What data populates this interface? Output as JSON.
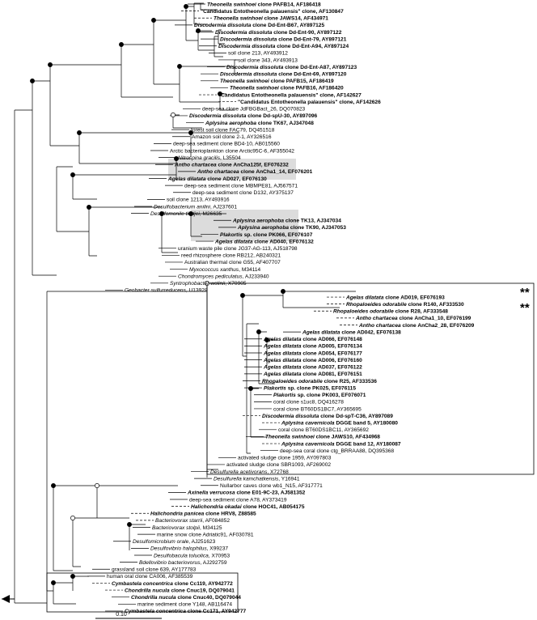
{
  "figure": {
    "scale_label": "0.10",
    "marker": "**",
    "taxa": [
      {
        "sp": "Theonella swinhoei",
        "rest": " clone PAFB14, AF186418",
        "b": true
      },
      {
        "sp": "",
        "rest": "\"Candidatus Entotheonella palauensis\" clone, AF130847",
        "b": true
      },
      {
        "sp": "Theonella swinhoei",
        "rest": " clone JAWS14, AF434971",
        "b": true
      },
      {
        "sp": "Discodermia dissoluta",
        "rest": " clone Dd-Ent-B67, AY897125",
        "b": true
      },
      {
        "sp": "Discodermia dissoluta",
        "rest": " clone Dd-Ent-90, AY897122",
        "b": true
      },
      {
        "sp": "Discodermia dissoluta",
        "rest": " clone Dd-Ent-79, AY897121",
        "b": true
      },
      {
        "sp": "Discodermia dissoluta",
        "rest": " clone Dd-Ent-A94, AY897124",
        "b": true
      },
      {
        "sp": "",
        "rest": "soil clone 213, AY493912",
        "b": false
      },
      {
        "sp": "",
        "rest": "soil clone 343, AY493913",
        "b": false
      },
      {
        "sp": "Discodermia dissoluta",
        "rest": " clone Dd-Ent-A87, AY897123",
        "b": true
      },
      {
        "sp": "Discodermia dissoluta",
        "rest": " clone Dd-Ent-69, AY897120",
        "b": true
      },
      {
        "sp": "Theonella swinhoei",
        "rest": " clone PAFB15, AF186419",
        "b": true
      },
      {
        "sp": "Theonella swinhoei",
        "rest": " clone PAFB16, AF186420",
        "b": true
      },
      {
        "sp": "",
        "rest": "\"Candidatus Entotheonella palauensis\" clone, AF142627",
        "b": true
      },
      {
        "sp": "",
        "rest": "\"Candidatus Entotheonella palauensis\" clone, AF142626",
        "b": true
      },
      {
        "sp": "",
        "rest": "deep-sea clone JdFBGBact_26, DQ070823",
        "b": false
      },
      {
        "sp": "Discodermia dissoluta",
        "rest": " clone Dd-spU-30, AY897096",
        "b": true
      },
      {
        "sp": "Aplysina aerophoba",
        "rest": " clone TK67, AJ347048",
        "b": true
      },
      {
        "sp": "",
        "rest": "forest soil clone FAC79, DQ451518",
        "b": false
      },
      {
        "sp": "",
        "rest": "Amazon soil clone 2-1, AY326516",
        "b": false
      },
      {
        "sp": "",
        "rest": "deep-sea sediment clone BD4-10, AB015560",
        "b": false
      },
      {
        "sp": "",
        "rest": "Arctic bacterioplankton clone Arctic95C-6, AF355042",
        "b": false
      },
      {
        "sp": "Nitrospina gracilis",
        "rest": ", L35504",
        "b": false
      },
      {
        "sp": "Antho chartacea",
        "rest": " clone AnCha125f, EF076232",
        "b": true
      },
      {
        "sp": "Antho chartacea",
        "rest": " clone AnCha1_14, EF076201",
        "b": true
      },
      {
        "sp": "Agelas dilatata",
        "rest": " clone AD027, EF076130",
        "b": true
      },
      {
        "sp": "",
        "rest": "deep-sea sediment clone MBMPE81, AJ567571",
        "b": false
      },
      {
        "sp": "",
        "rest": "deep-sea sediment clone D132, AY375137",
        "b": false
      },
      {
        "sp": "",
        "rest": "soil clone 1213, AY493916",
        "b": false
      },
      {
        "sp": "Desulfobacterium anilini",
        "rest": ", AJ237601",
        "b": false
      },
      {
        "sp": "Desulfomonile tiedjei",
        "rest": ", M26635",
        "b": false
      },
      {
        "sp": "Aplysina aerophoba",
        "rest": " clone TK13, AJ347034",
        "b": true
      },
      {
        "sp": "Aplysina aerophoba",
        "rest": " clone TK90, AJ347053",
        "b": true
      },
      {
        "sp": "Plakortis",
        "rest": " sp. clone PK066, EF076107",
        "b": true
      },
      {
        "sp": "Agelas dilatata",
        "rest": " clone AD040, EF076132",
        "b": true
      },
      {
        "sp": "",
        "rest": "uranium waste pile clone JG37-AG-113, AJ518798",
        "b": false
      },
      {
        "sp": "",
        "rest": "reed rhizosphere clone RB212, AB240321",
        "b": false
      },
      {
        "sp": "",
        "rest": "Australian thermal clone G55, AF407707",
        "b": false
      },
      {
        "sp": "Myxococcus xanthus",
        "rest": ", M34114",
        "b": false
      },
      {
        "sp": "Chondromyces pediculatus",
        "rest": ", AJ233940",
        "b": false
      },
      {
        "sp": "Syntrophobacter wolinii",
        "rest": ", X70905",
        "b": false
      },
      {
        "sp": "Geobacter sulfurreducens",
        "rest": ", U13928",
        "b": false
      },
      {
        "sp": "Agelas dilatata",
        "rest": " clone AD019, EF076193",
        "b": true
      },
      {
        "sp": "Rhopaloeides odorabile",
        "rest": " clone R140, AF333530",
        "b": true
      },
      {
        "sp": "Rhopaloeides odorabile",
        "rest": " clone R28, AF333548",
        "b": true
      },
      {
        "sp": "Antho chartacea",
        "rest": " clone AnCha1_10, EF076199",
        "b": true
      },
      {
        "sp": "Antho chartacea",
        "rest": " clone AnCha2_28, EF076209",
        "b": true
      },
      {
        "sp": "Agelas dilatata",
        "rest": " clone AD042, EF076138",
        "b": true
      },
      {
        "sp": "Agelas dilatata",
        "rest": " clone AD066, EF076148",
        "b": true
      },
      {
        "sp": "Agelas dilatata",
        "rest": " clone AD005, EF076134",
        "b": true
      },
      {
        "sp": "Agelas dilatata",
        "rest": " clone AD054, EF076177",
        "b": true
      },
      {
        "sp": "Agelas dilatata",
        "rest": " clone AD006, EF076160",
        "b": true
      },
      {
        "sp": "Agelas dilatata",
        "rest": " clone AD037, EF076122",
        "b": true
      },
      {
        "sp": "Agelas dilatata",
        "rest": " clone AD081, EF076151",
        "b": true
      },
      {
        "sp": "Rhopaloeides odorabile",
        "rest": " clone R25, AF333536",
        "b": true
      },
      {
        "sp": "Plakortis",
        "rest": " sp. clone PK025, EF076115",
        "b": true
      },
      {
        "sp": "Plakortis",
        "rest": " sp. clone PK003, EF076071",
        "b": true
      },
      {
        "sp": "",
        "rest": "coral clone s1uc8, DQ416278",
        "b": false
      },
      {
        "sp": "",
        "rest": "coral clone BT60DS1BC7, AY365695",
        "b": false
      },
      {
        "sp": "Discodermia dissoluta",
        "rest": " clone Dd-spT-C36, AY897089",
        "b": true
      },
      {
        "sp": "Aplysina cavernicola",
        "rest": " DGGE band 5, AY180080",
        "b": true
      },
      {
        "sp": "",
        "rest": "coral clone BT60DS1BC11, AY365692",
        "b": false
      },
      {
        "sp": "Theonella swinhoei",
        "rest": " clone JAWS10, AF434968",
        "b": true
      },
      {
        "sp": "Aplysina cavernicola",
        "rest": " DGGE band 12, AY180087",
        "b": true
      },
      {
        "sp": "",
        "rest": "deep-sea coral clone ctg_BRRAA88, DQ395368",
        "b": false
      },
      {
        "sp": "",
        "rest": "activated sludge clone 1959, AY097803",
        "b": false
      },
      {
        "sp": "",
        "rest": "activated sludge clone SBR1093, AF269002",
        "b": false
      },
      {
        "sp": "Desulfurella acetivorans",
        "rest": ", X72768",
        "b": false
      },
      {
        "sp": "Desulfurella kamchatkensis",
        "rest": ", Y16941",
        "b": false
      },
      {
        "sp": "",
        "rest": "Nullarbor caves clone wb1_N15, AF317771",
        "b": false
      },
      {
        "sp": "Axinella verrucosa",
        "rest": " clone E01-9C-23, AJ581352",
        "b": true
      },
      {
        "sp": "",
        "rest": "deep-sea sediment clone A78, AY373419",
        "b": false
      },
      {
        "sp": "Halichondria okadai",
        "rest": " clone HOC41, AB054175",
        "b": true
      },
      {
        "sp": "Halichondria panicea",
        "rest": " clone HRV8, Z88585",
        "b": true
      },
      {
        "sp": "Bacteriovorax starrii",
        "rest": ", AF084852",
        "b": false
      },
      {
        "sp": "Bacteriovorax stolpii",
        "rest": ", M34125",
        "b": false
      },
      {
        "sp": "",
        "rest": "marine snow clone Adriatic91, AF030781",
        "b": false
      },
      {
        "sp": "Desulfomicrobium orale",
        "rest": ", AJ251623",
        "b": false
      },
      {
        "sp": "Desulfovibrio halophilus",
        "rest": ", X99237",
        "b": false
      },
      {
        "sp": "Desulfobacula toluolica",
        "rest": ", X70953",
        "b": false
      },
      {
        "sp": "Bdellovibrio bacteriovorus",
        "rest": ", AJ292759",
        "b": false
      },
      {
        "sp": "",
        "rest": "grassland soil clone 639, AY177783",
        "b": false
      },
      {
        "sp": "",
        "rest": "human oral clone CA006, AF385539",
        "b": false
      },
      {
        "sp": "Cymbastela concentrica",
        "rest": " clone Cc119, AY942772",
        "b": true
      },
      {
        "sp": "Chondrilla nucula",
        "rest": " clone Cnuc19, DQ079041",
        "b": true
      },
      {
        "sp": "Chondrilla nucula",
        "rest": " clone Cnuc40, DQ079044",
        "b": true
      },
      {
        "sp": "",
        "rest": "marine sediment clone Y148, AB116474",
        "b": false
      },
      {
        "sp": "Cymbastela concentrica",
        "rest": " clone Cc171, AY942777",
        "b": true
      }
    ]
  }
}
